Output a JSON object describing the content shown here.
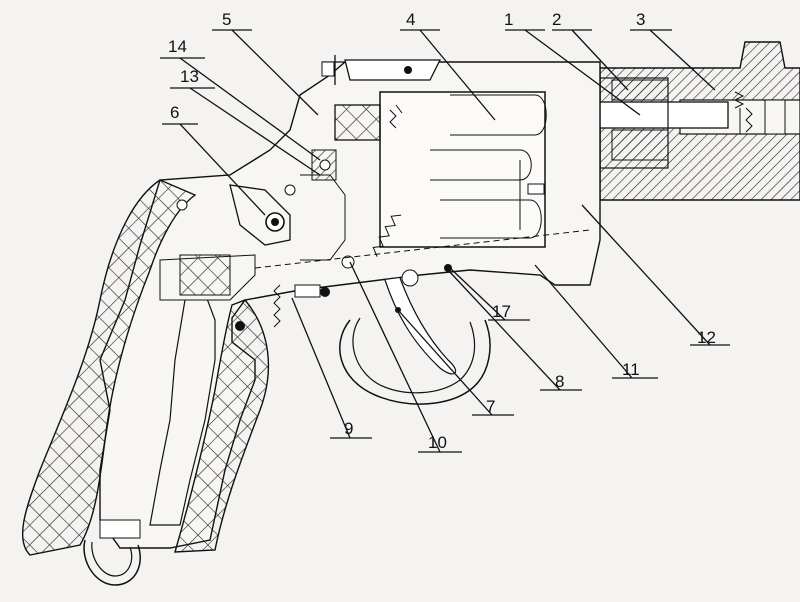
{
  "diagram": {
    "callouts": [
      "1",
      "2",
      "3",
      "4",
      "5",
      "6",
      "7",
      "8",
      "9",
      "10",
      "11",
      "12",
      "13",
      "14",
      "17"
    ]
  }
}
